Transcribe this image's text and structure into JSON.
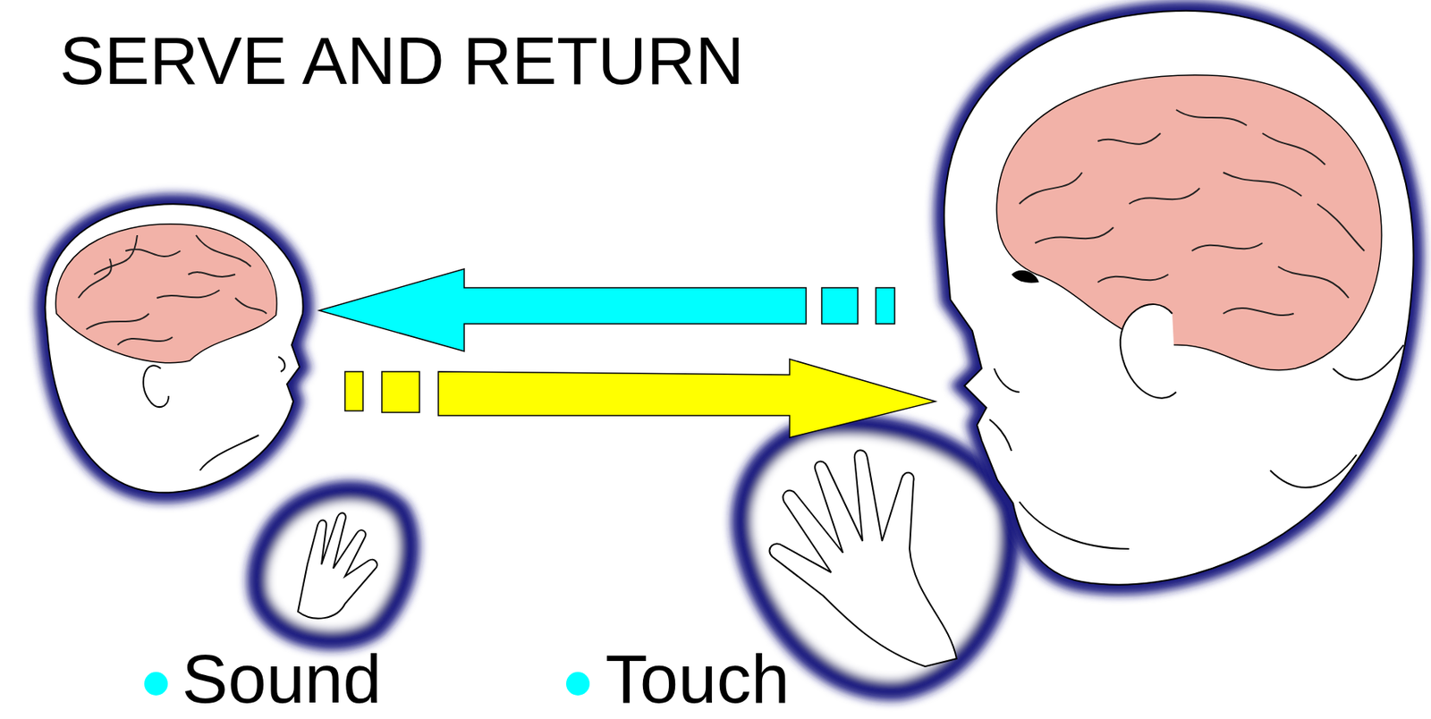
{
  "diagram": {
    "title": "SERVE AND RETURN",
    "labels": [
      "Sound",
      "Touch"
    ]
  }
}
